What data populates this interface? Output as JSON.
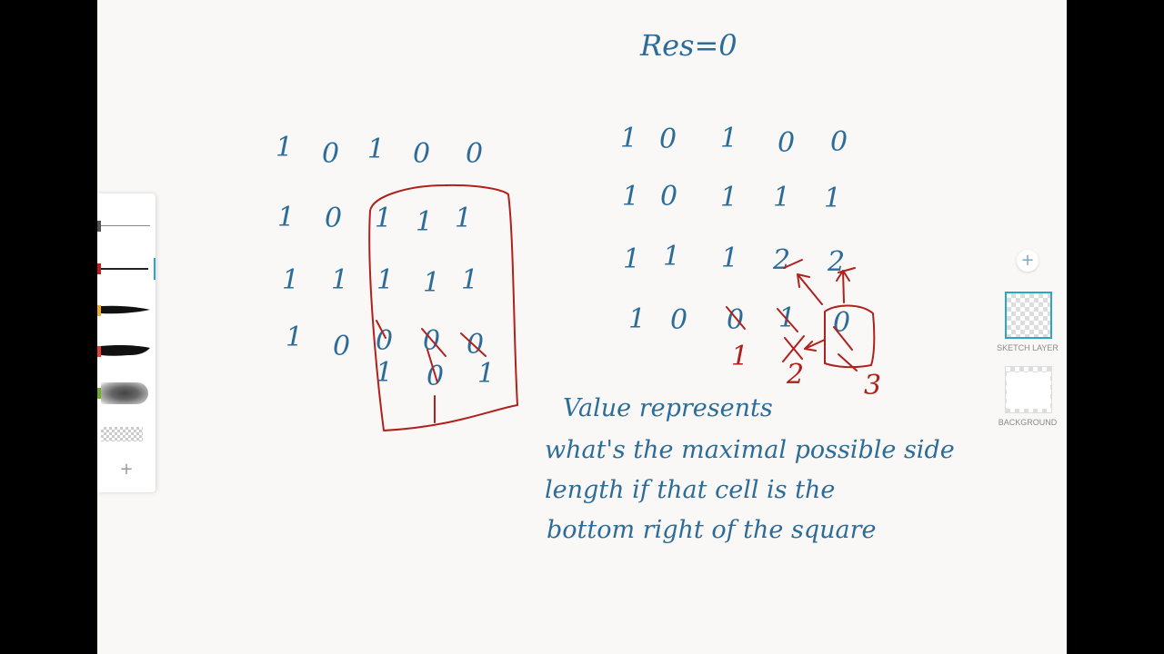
{
  "canvas": {
    "left_matrix": [
      [
        "1",
        "0",
        "1",
        "0",
        "0"
      ],
      [
        "1",
        "0",
        "1",
        "1",
        "1"
      ],
      [
        "1",
        "1",
        "1",
        "1",
        "1"
      ],
      [
        "1",
        "0",
        "0",
        "0",
        "0"
      ]
    ],
    "left_corrections": [
      "1",
      "0",
      "1"
    ],
    "res_label": "Res=0",
    "right_matrix": [
      [
        "1",
        "0",
        "1",
        "0",
        "0"
      ],
      [
        "1",
        "0",
        "1",
        "1",
        "1"
      ],
      [
        "1",
        "1",
        "1",
        "2",
        "2"
      ],
      [
        "1",
        "0",
        "0",
        "1",
        "0"
      ]
    ],
    "right_corrections": [
      "1",
      "2",
      "3"
    ],
    "note_lines": [
      "Value represents",
      "what's the maximal possible side",
      "length if that cell is the",
      "bottom right of the square"
    ]
  },
  "brushes": {
    "tab_colors": [
      "#555555",
      "#c0201c",
      "#f0b020",
      "#e84030",
      "#70b020"
    ],
    "add_label": "+"
  },
  "layers": {
    "add_label": "+",
    "items": [
      {
        "label": "SKETCH LAYER"
      },
      {
        "label": "BACKGROUND"
      }
    ]
  },
  "colors": {
    "ink_blue": "#2b6c99",
    "ink_red": "#b0201c",
    "accent": "#2aa6c8"
  }
}
